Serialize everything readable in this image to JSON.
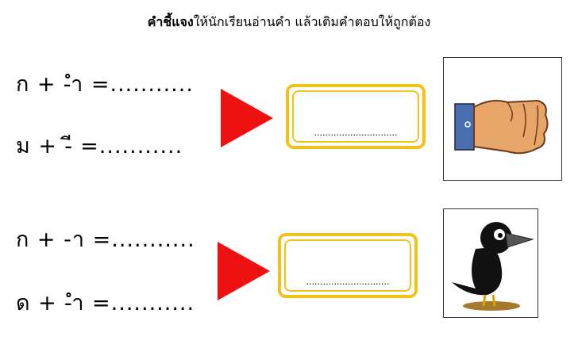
{
  "instruction": {
    "bold": "คำชี้แจง",
    "text": "ให้นักเรียนอ่านคำ แล้วเติมคำตอบให้ถูกต้อง"
  },
  "group1": {
    "equations": [
      "ก + -ำ =...........",
      "ม + -ี =..........."
    ],
    "answer_dots": "..............................",
    "picture": "fist"
  },
  "group2": {
    "equations": [
      "ก + -า =...........",
      "ด + -ำ =..........."
    ],
    "answer_dots": "..............................",
    "picture": "crow"
  },
  "colors": {
    "arrow": "#ee1111",
    "box": "#f2c21b"
  }
}
